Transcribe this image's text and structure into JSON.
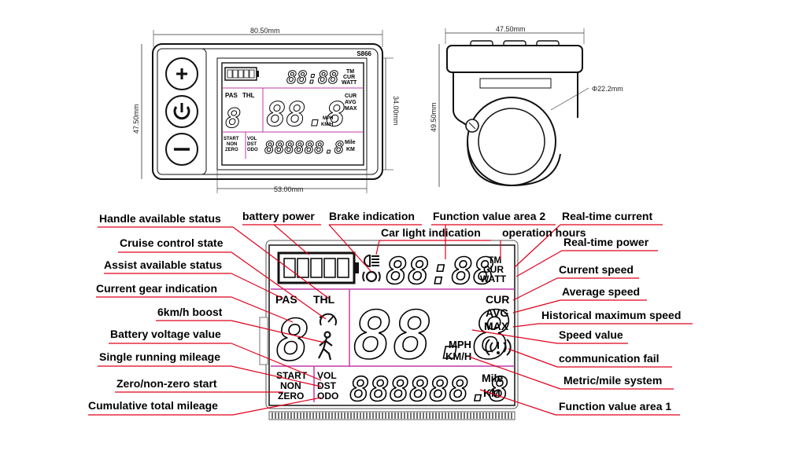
{
  "top_view": {
    "model": "S866",
    "width_dim": "80.50mm",
    "height_dim": "47.50mm",
    "screen_width_dim": "53.00mm",
    "screen_height_dim": "34.00mm",
    "buttons": [
      "+",
      "power",
      "−"
    ]
  },
  "side_view": {
    "width_dim": "47.50mm",
    "height_dim": "49.50mm",
    "diameter_dim": "Φ22.2mm"
  },
  "lcd": {
    "time_unit_tm": "TM",
    "time_unit_cur": "CUR",
    "time_unit_watt": "WATT",
    "pas": "PAS",
    "thl": "THL",
    "speed_cur": "CUR",
    "speed_avg": "AVG",
    "speed_max": "MAX",
    "mph": "MPH",
    "kmh": "KM/H",
    "start": "START",
    "non": "NON",
    "zero": "ZERO",
    "vol": "VOL",
    "dst": "DST",
    "odo": "ODO",
    "mile": "Mile",
    "km": "KM",
    "function_value_2": "88:88",
    "speed_value": "88.8",
    "gear_value": "8",
    "function_value_1": "888888.8"
  },
  "callouts": {
    "handle_available_status": "Handle available status",
    "battery_power": "battery power",
    "brake_indication": "Brake indication",
    "function_value_area_2": "Function value area 2",
    "real_time_current": "Real-time current",
    "car_light_indication": "Car light indication",
    "operation_hours": "operation hours",
    "cruise_control_state": "Cruise control state",
    "real_time_power": "Real-time power",
    "assist_available_status": "Assist available status",
    "current_speed": "Current speed",
    "current_gear_indication": "Current gear indication",
    "average_speed": "Average speed",
    "boost_6kmh": "6km/h boost",
    "historical_maximum_speed": "Historical maximum speed",
    "battery_voltage_value": "Battery voltage value",
    "speed_value": "Speed value",
    "single_running_mileage": "Single running mileage",
    "communication_fail": "communication fail",
    "metric_mile_system": "Metric/mile system",
    "zero_non_zero_start": "Zero/non-zero start",
    "cumulative_total_mileage": "Cumulative total mileage",
    "function_value_area_1": "Function value area 1"
  }
}
